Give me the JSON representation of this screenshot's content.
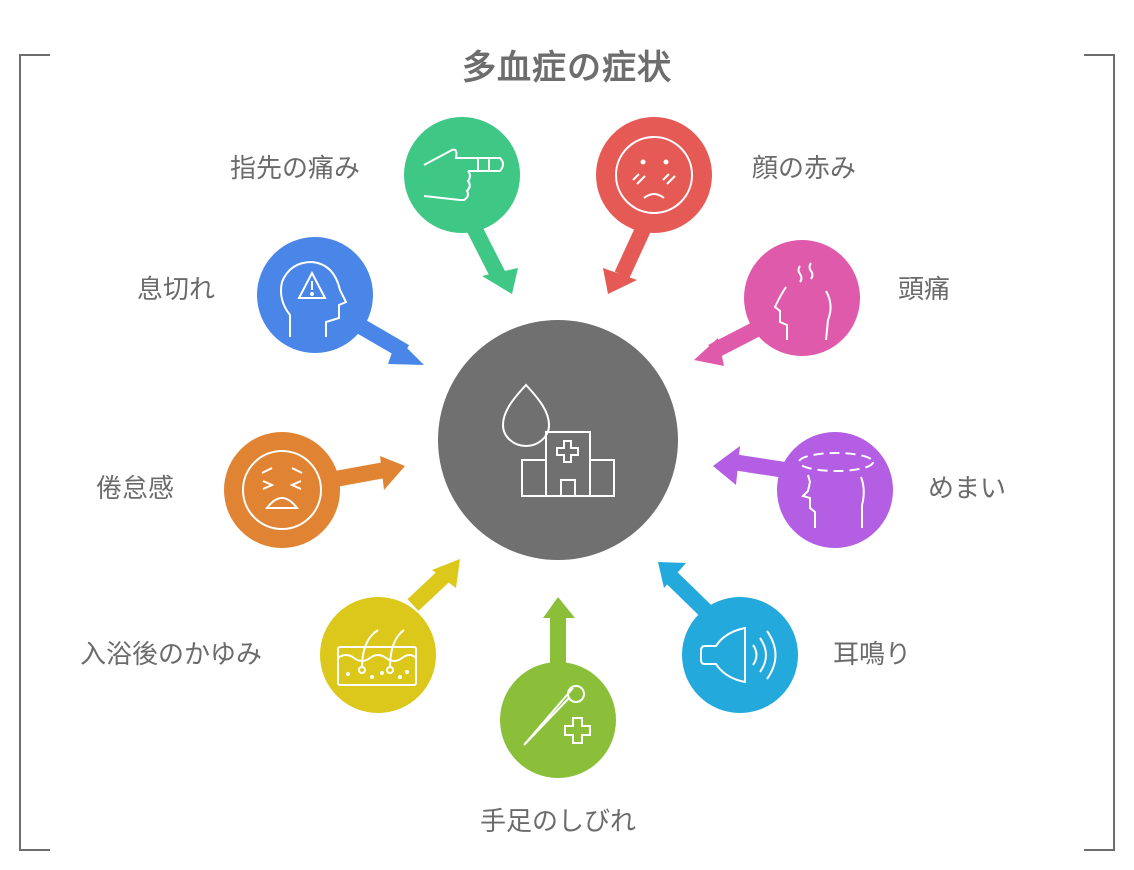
{
  "title": "多血症の症状",
  "center": {
    "icon": "blood-drop-hospital-icon",
    "color": "#717070"
  },
  "symptoms": [
    {
      "label": "指先の痛み",
      "icon": "pointing-finger-icon",
      "color": "#3ec785"
    },
    {
      "label": "顔の赤み",
      "icon": "flushed-face-icon",
      "color": "#e55a55"
    },
    {
      "label": "息切れ",
      "icon": "head-warning-icon",
      "color": "#4a86e8"
    },
    {
      "label": "頭痛",
      "icon": "steaming-head-icon",
      "color": "#e05aab"
    },
    {
      "label": "倦怠感",
      "icon": "tired-face-icon",
      "color": "#e08434"
    },
    {
      "label": "めまい",
      "icon": "dizzy-head-icon",
      "color": "#b35ee3"
    },
    {
      "label": "入浴後のかゆみ",
      "icon": "skin-hair-icon",
      "color": "#dcc81a"
    },
    {
      "label": "手足のしびれ",
      "icon": "thermometer-plus-icon",
      "color": "#8bbf3a"
    },
    {
      "label": "耳鳴り",
      "icon": "speaker-sound-icon",
      "color": "#24a9dc"
    }
  ]
}
